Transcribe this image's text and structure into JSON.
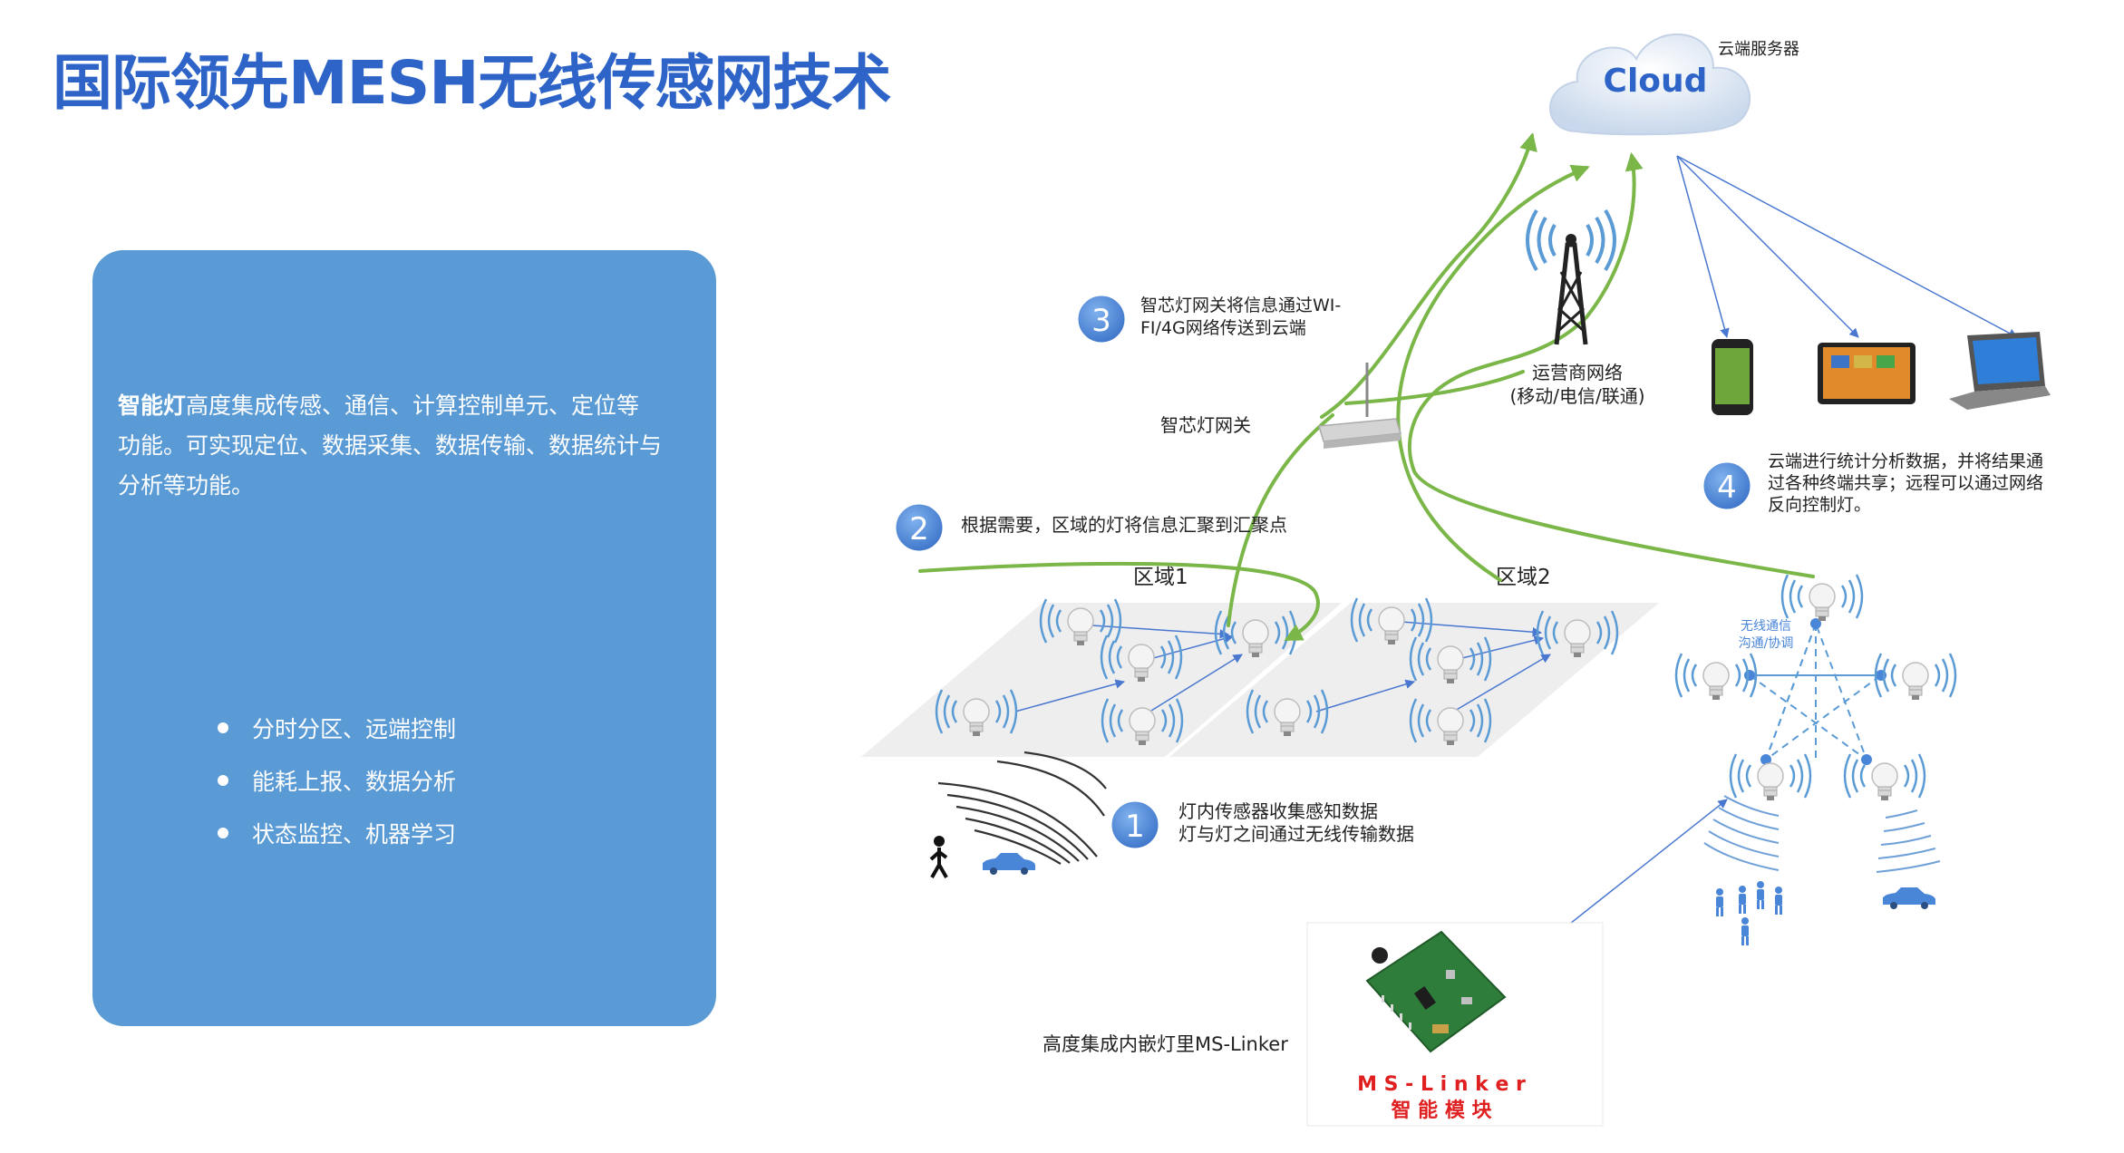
{
  "title": "国际领先MESH无线传感网技术",
  "panel": {
    "intro_bold": "智能灯",
    "intro_text": "高度集成传感、通信、计算控制单元、定位等功能。可实现定位、数据采集、数据传输、数据统计与分析等功能。",
    "bullets": [
      "分时分区、远端控制",
      "能耗上报、数据分析",
      "状态监控、机器学习"
    ]
  },
  "diagram": {
    "cloud_label": "Cloud",
    "cloud_caption": "云端服务器",
    "tower_caption_1": "运营商网络",
    "tower_caption_2": "(移动/电信/联通)",
    "gateway_caption": "智芯灯网关",
    "zone1": "区域1",
    "zone2": "区域2",
    "mesh_label_1": "无线通信",
    "mesh_label_2": "沟通/协调",
    "module_caption": "高度集成内嵌灯里MS-Linker",
    "module_text_1": "M S - L i n k e r",
    "module_text_2": "智    能    模    块",
    "steps": [
      {
        "num": "1",
        "line1": "灯内传感器收集感知数据",
        "line2": "灯与灯之间通过无线传输数据",
        "line3": ""
      },
      {
        "num": "2",
        "line1": "根据需要，区域的灯将信息汇聚到汇聚点",
        "line2": "",
        "line3": ""
      },
      {
        "num": "3",
        "line1": "智芯灯网关将信息通过WI-",
        "line2": "FI/4G网络传送到云端",
        "line3": ""
      },
      {
        "num": "4",
        "line1": "云端进行统计分析数据，并将结果通",
        "line2": "过各种终端共享；远程可以通过网络",
        "line3": "反向控制灯。"
      }
    ]
  },
  "colors": {
    "accent": "#2e64c8",
    "panel": "#5b9bd5",
    "badge": "#4a86d8",
    "green": "#7ab648",
    "arrow": "#4a78d0",
    "module_red": "#e02020"
  },
  "icons": [
    "cloud-icon",
    "tower-icon",
    "router-icon",
    "phone-icon",
    "tablet-icon",
    "laptop-icon",
    "bulb-icon",
    "person-icon",
    "car-icon",
    "chip-icon"
  ]
}
